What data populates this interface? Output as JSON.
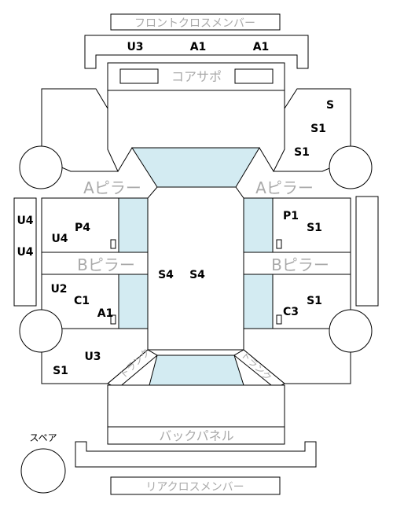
{
  "labels": {
    "front_cross_member": "フロントクロスメンバー",
    "core_support": "コアサポ",
    "a_pillar_left": "Aピラー",
    "a_pillar_right": "Aピラー",
    "b_pillar_left": "Bピラー",
    "b_pillar_right": "Bピラー",
    "trunk_left": "トランク",
    "trunk_right": "トランク",
    "back_panel": "バックパネル",
    "rear_cross_member": "リアクロスメンバー",
    "spare": "スペア"
  },
  "codes": {
    "front_left": "U3",
    "front_center": "A1",
    "front_right": "A1",
    "front_fender_right_1": "S",
    "front_fender_right_2": "S1",
    "front_fender_right_3": "S1",
    "left_side_outer_1": "U4",
    "left_side_outer_2": "U4",
    "front_door_left_1": "P4",
    "front_door_left_2": "U4",
    "rear_door_left_1": "U2",
    "rear_door_left_2": "C1",
    "rear_door_left_3": "A1",
    "roof_left": "S4",
    "roof_right": "S4",
    "front_door_right_1": "P1",
    "front_door_right_2": "S1",
    "rear_door_right_1": "S1",
    "rear_door_right_2": "C3",
    "rear_fender_left_1": "U3",
    "rear_fender_left_2": "S1"
  },
  "colors": {
    "glass": "#d3ebf2",
    "line": "#000000",
    "label_gray": "#a9a9a9"
  }
}
